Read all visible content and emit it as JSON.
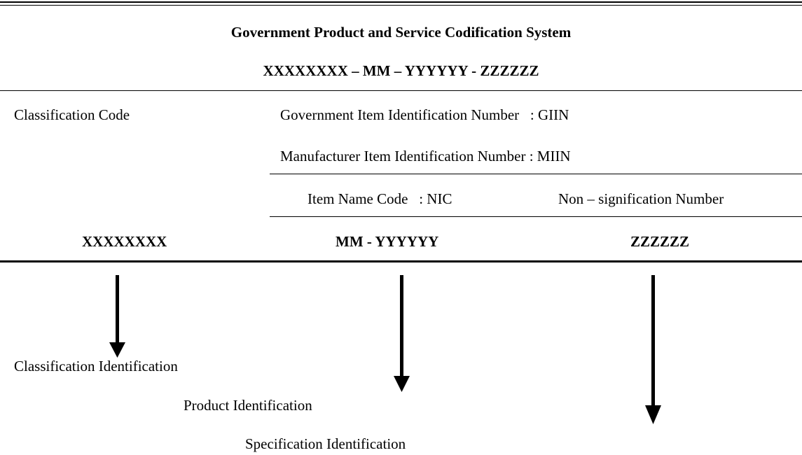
{
  "header": {
    "title": "Government Product and Service Codification System",
    "code_format": "XXXXXXXX – MM – YYYYYY - ZZZZZZ"
  },
  "labels": {
    "classification_code": "Classification Code",
    "giin": "Government Item Identification Number   : GIIN",
    "miin": "Manufacturer Item Identification Number : MIIN",
    "nic": "Item Name Code   : NIC",
    "non_signification": "Non – signification Number"
  },
  "segments": {
    "x": "XXXXXXXX",
    "mm_y": "MM - YYYYYY",
    "z": "ZZZZZZ"
  },
  "identifications": {
    "classification": "Classification Identification",
    "product": "Product Identification",
    "specification": "Specification Identification"
  },
  "colors": {
    "ink": "#000000",
    "background": "#ffffff"
  }
}
